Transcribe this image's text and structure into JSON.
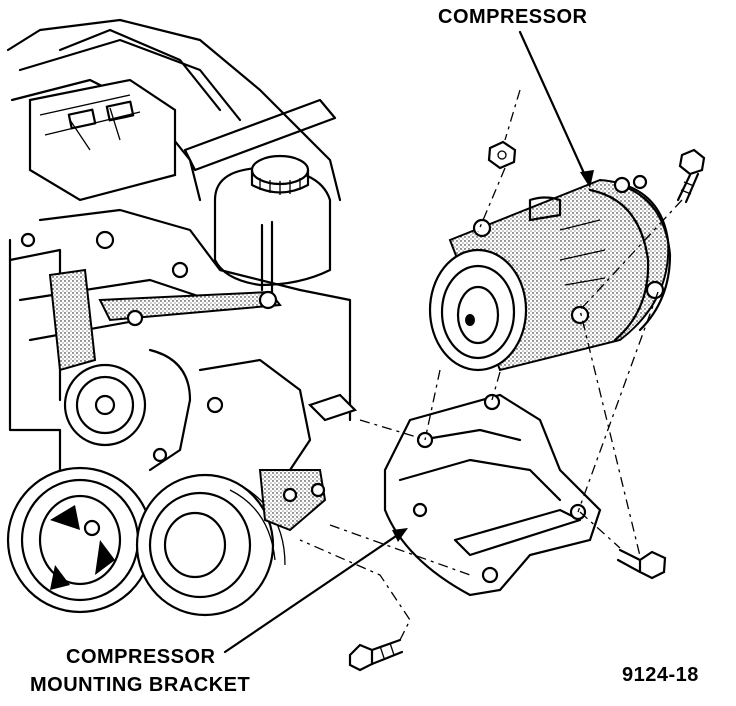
{
  "labels": {
    "compressor": "COMPRESSOR",
    "bracket_line1": "COMPRESSOR",
    "bracket_line2": "MOUNTING BRACKET",
    "figure_number": "9124-18"
  }
}
